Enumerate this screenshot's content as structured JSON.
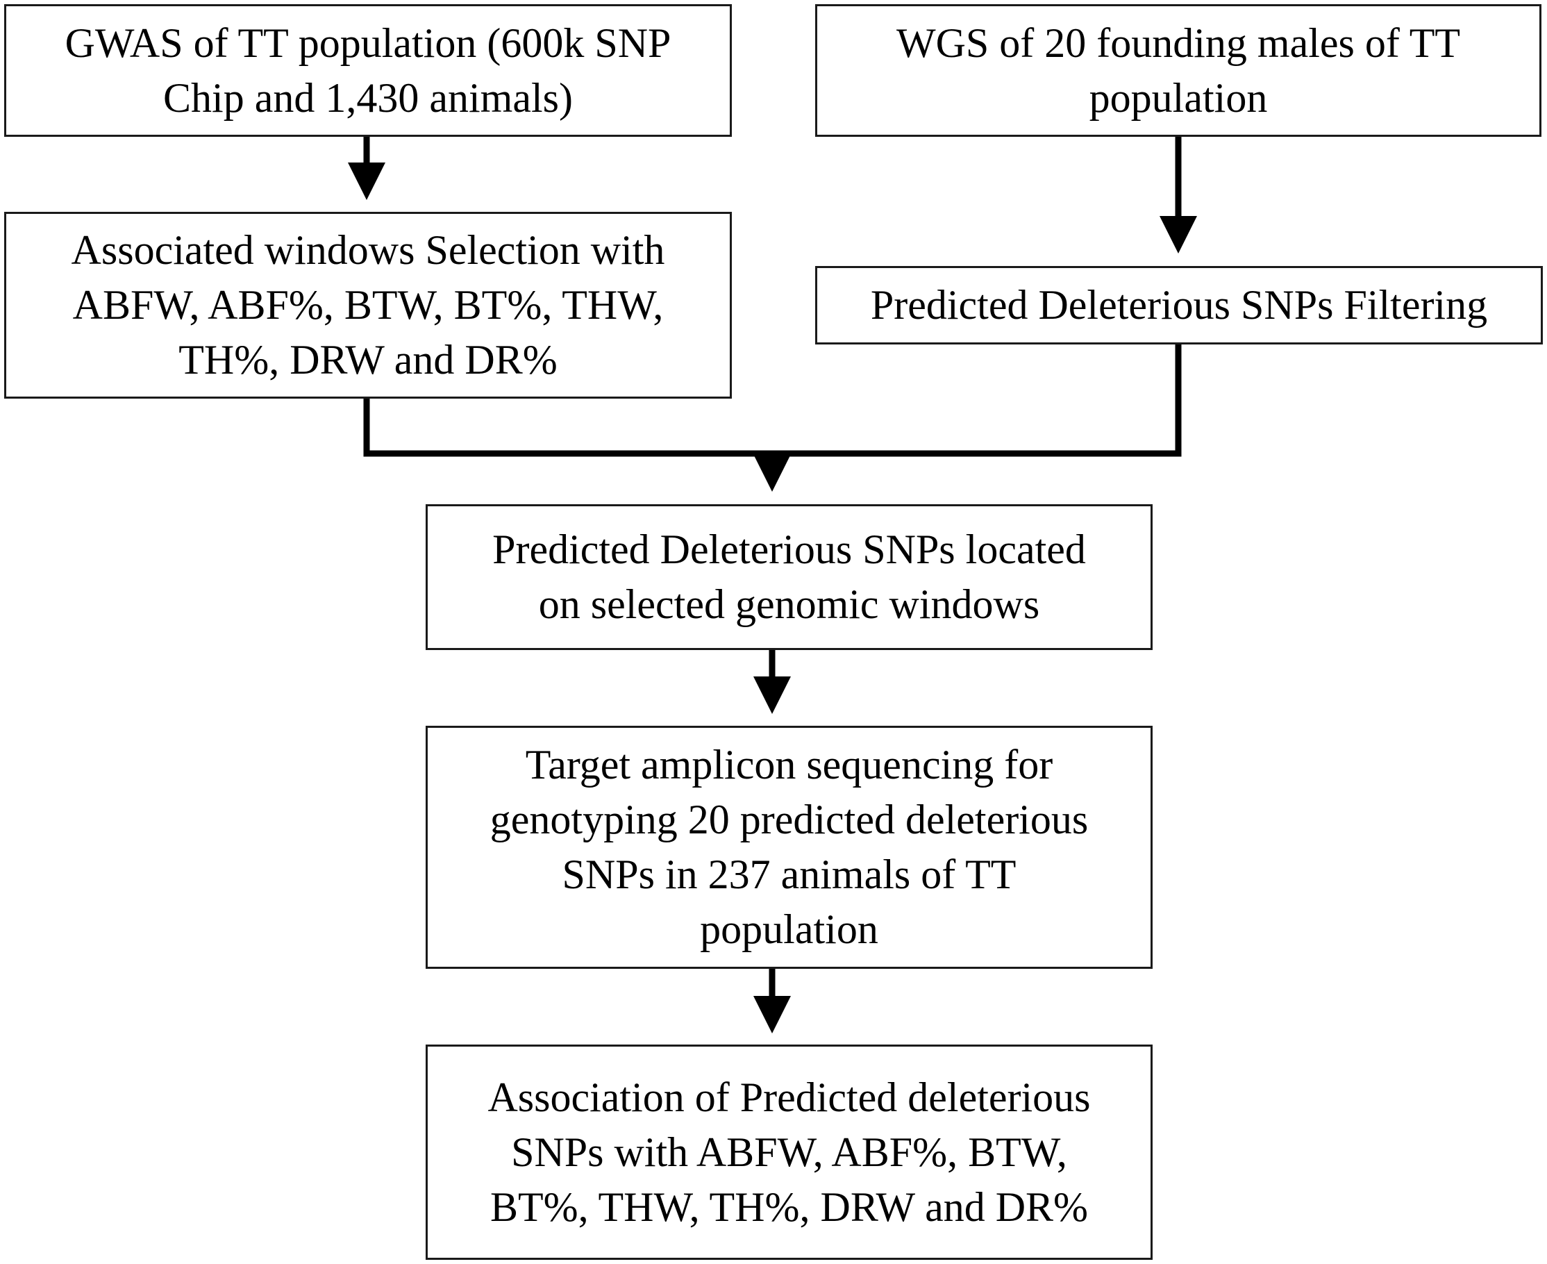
{
  "nodes": [
    {
      "id": "gwas",
      "text": "GWAS of TT population (600k SNP\nChip and 1,430 animals)"
    },
    {
      "id": "wgs",
      "text": "WGS of 20 founding males of TT\npopulation"
    },
    {
      "id": "windows",
      "text": "Associated windows Selection with\nABFW, ABF%, BTW, BT%, THW,\nTH%, DRW and DR%"
    },
    {
      "id": "filtering",
      "text": "Predicted Deleterious SNPs Filtering"
    },
    {
      "id": "located",
      "text": "Predicted Deleterious SNPs located\non selected genomic windows"
    },
    {
      "id": "amplicon",
      "text": "Target amplicon sequencing for\ngenotyping 20 predicted deleterious\nSNPs in 237 animals of TT\npopulation"
    },
    {
      "id": "association",
      "text": "Association of Predicted deleterious\nSNPs with ABFW, ABF%, BTW,\nBT%, THW, TH%, DRW and DR%"
    }
  ],
  "edges": [
    {
      "from": "gwas",
      "to": "windows"
    },
    {
      "from": "wgs",
      "to": "filtering"
    },
    {
      "from": "windows",
      "to": "located"
    },
    {
      "from": "filtering",
      "to": "located"
    },
    {
      "from": "located",
      "to": "amplicon"
    },
    {
      "from": "amplicon",
      "to": "association"
    }
  ]
}
